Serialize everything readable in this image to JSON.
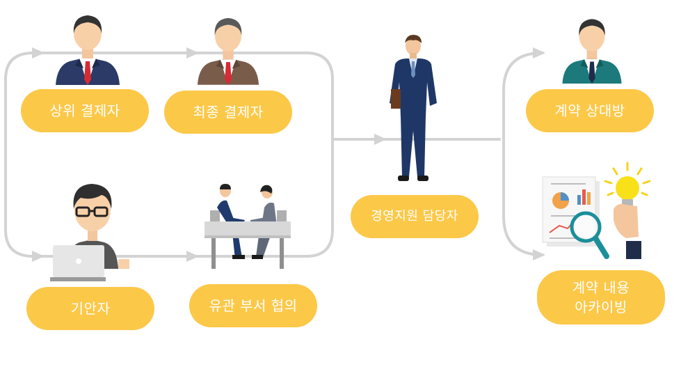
{
  "nodes": {
    "senior_approver": "상위 결제자",
    "final_approver": "최종 결제자",
    "drafter": "기안자",
    "dept_consult": "유관 부서 협의",
    "mgmt_support": "경영지원 담당자",
    "counterparty": "계약 상대방",
    "archiving_line1": "계약 내용",
    "archiving_line2": "아카이빙"
  },
  "colors": {
    "pill": "#FCC848",
    "connector": "#D3D3D3",
    "text": "#FFFFFF"
  },
  "icons": [
    "approver-person-icon",
    "manager-person-icon",
    "drafter-laptop-icon",
    "meeting-icon",
    "businessman-icon",
    "counterparty-person-icon",
    "archive-report-icon"
  ]
}
